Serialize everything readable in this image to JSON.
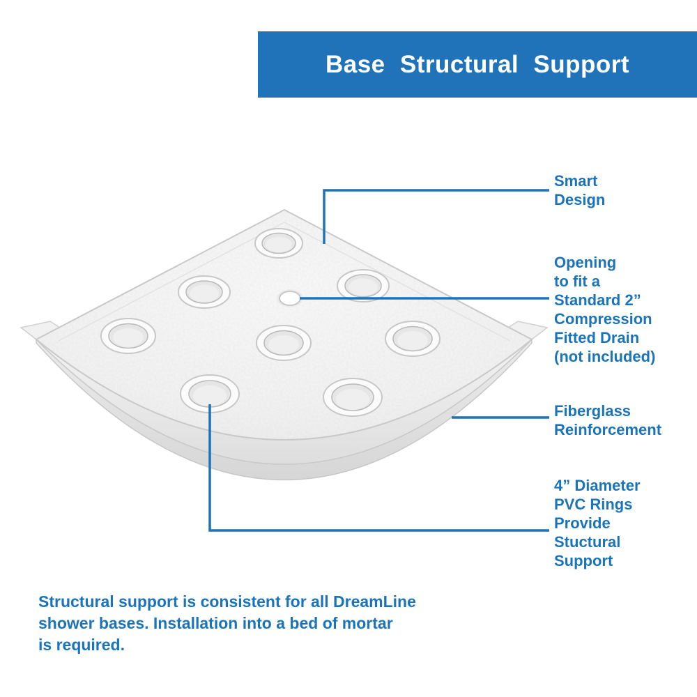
{
  "banner": {
    "title": "Base Structural Support",
    "bg_color": "#2173b9",
    "text_color": "#ffffff"
  },
  "accent_color": "#1b74ba",
  "callouts": [
    {
      "id": "smart-design",
      "label": "Smart\nDesign"
    },
    {
      "id": "drain-opening",
      "label": "Opening\nto fit a\nStandard 2”\nCompression\nFitted Drain\n(not included)"
    },
    {
      "id": "fiberglass-reinforcement",
      "label": "Fiberglass\nReinforcement"
    },
    {
      "id": "pvc-rings",
      "label": "4” Diameter\nPVC Rings\nProvide\nStuctural\nSupport"
    }
  ],
  "illustration": {
    "description": "Quarter-round corner shower base with raised PVC support rings and a center drain opening",
    "ring_count": 8
  },
  "footer": {
    "text": "Structural support is consistent for all DreamLine\nshower bases. Installation into a bed of mortar\nis required."
  }
}
